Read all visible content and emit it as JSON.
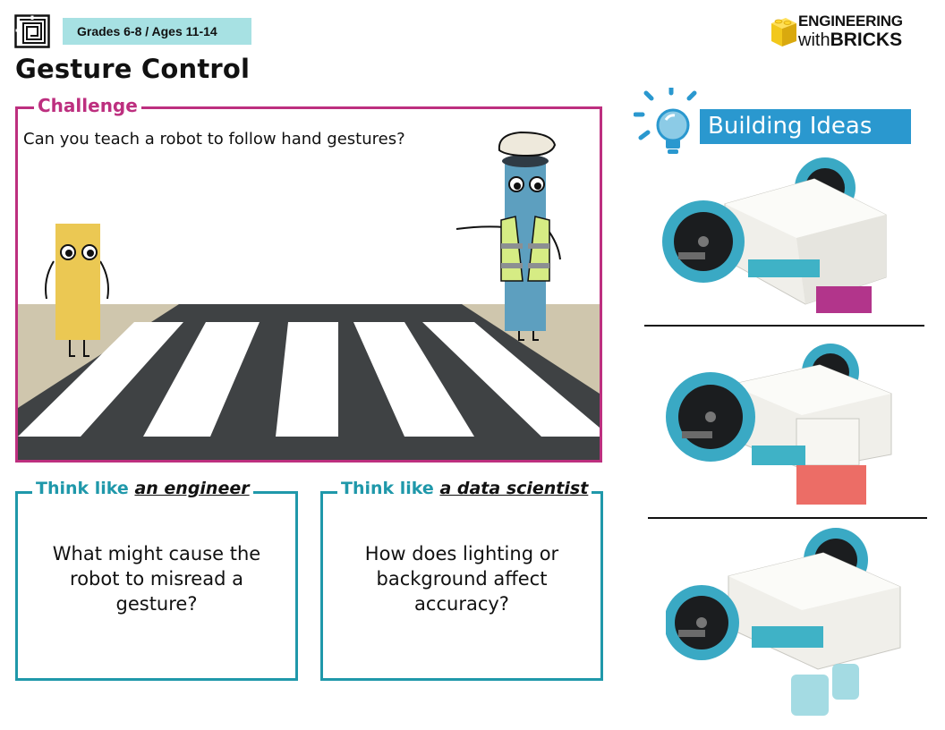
{
  "header": {
    "grade_badge": "Grades 6-8 / Ages 11-14",
    "logo_line1": "ENGINEERING",
    "logo_with": "with",
    "logo_bricks": "BRICKS"
  },
  "page_title": "Gesture Control",
  "challenge": {
    "label": "Challenge",
    "question": "Can you teach a robot to follow hand gestures?"
  },
  "think_engineer": {
    "prefix": "Think like ",
    "role": "an engineer",
    "question": "What might cause the robot to misread a gesture?"
  },
  "think_data_scientist": {
    "prefix": "Think like ",
    "role": "a data scientist",
    "question": "How does lighting or background affect accuracy?"
  },
  "building_ideas": {
    "title": "Building Ideas"
  },
  "colors": {
    "challenge_accent": "#bd2f7f",
    "think_accent": "#1f98aa",
    "banner_blue": "#2a98cf",
    "grade_badge_bg": "#a7e1e3",
    "logo_yellow": "#f2c81b"
  }
}
